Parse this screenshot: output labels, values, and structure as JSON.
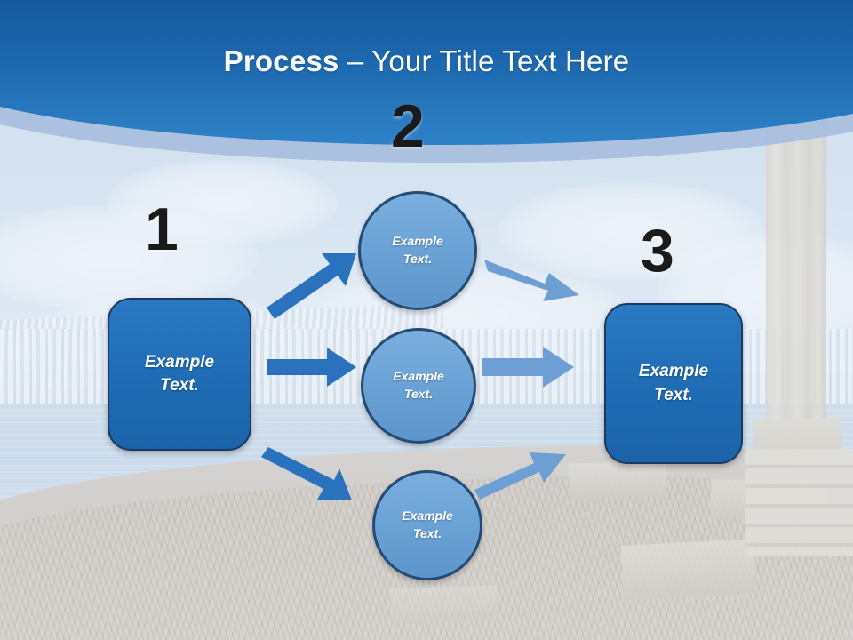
{
  "slide": {
    "title_strong": "Process",
    "title_rest": " – Your Title Text Here",
    "background_description": "mediterranean-coast-photo"
  },
  "colors": {
    "header_blue_dark": "#1a5ca0",
    "header_blue_light": "#2f7fc4",
    "header_arc_light": "#aac2e0",
    "rect_fill": "#1f6cb5",
    "rect_border": "#1b3a5c",
    "circle_fill": "#6ba2d6",
    "circle_border": "#234b73",
    "arrow_dark": "#2a72bd",
    "arrow_light": "#6d9fd4",
    "number_color": "#1a1a1a",
    "node_text": "#ffffff"
  },
  "steps": [
    {
      "id": "step-1",
      "number": "1"
    },
    {
      "id": "step-2",
      "number": "2"
    },
    {
      "id": "step-3",
      "number": "3"
    }
  ],
  "nodes": {
    "start_box": {
      "line1": "Example",
      "line2": "Text."
    },
    "circle_top": {
      "line1": "Example",
      "line2": "Text."
    },
    "circle_middle": {
      "line1": "Example",
      "line2": "Text."
    },
    "circle_bottom": {
      "line1": "Example",
      "line2": "Text."
    },
    "end_box": {
      "line1": "Example",
      "line2": "Text."
    }
  },
  "arrows": [
    {
      "id": "arrow-start-to-top",
      "from": "start_box",
      "to": "circle_top",
      "style": "dark",
      "direction": "up-right"
    },
    {
      "id": "arrow-start-to-middle",
      "from": "start_box",
      "to": "circle_middle",
      "style": "dark",
      "direction": "right"
    },
    {
      "id": "arrow-start-to-bottom",
      "from": "start_box",
      "to": "circle_bottom",
      "style": "dark",
      "direction": "down-right"
    },
    {
      "id": "arrow-top-to-end",
      "from": "circle_top",
      "to": "end_box",
      "style": "light",
      "direction": "down-right"
    },
    {
      "id": "arrow-middle-to-end",
      "from": "circle_middle",
      "to": "end_box",
      "style": "light",
      "direction": "right"
    },
    {
      "id": "arrow-bottom-to-end",
      "from": "circle_bottom",
      "to": "end_box",
      "style": "light",
      "direction": "up-right"
    }
  ]
}
